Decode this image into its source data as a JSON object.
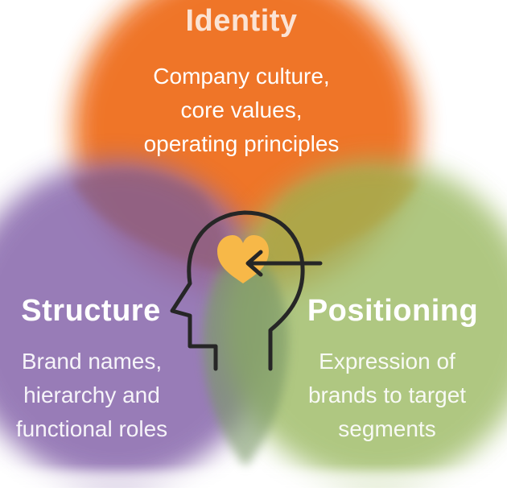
{
  "identity": {
    "title": "Identity",
    "lines": [
      "Company culture,",
      "core values,",
      "operating principles"
    ],
    "color": "#ef7121"
  },
  "structure": {
    "title": "Structure",
    "lines": [
      "Brand names,",
      "hierarchy and",
      "functional roles"
    ],
    "color": "#8a6aae"
  },
  "positioning": {
    "title": "Positioning",
    "lines": [
      "Expression of",
      "brands to target",
      "segments"
    ],
    "color": "#9ebb66"
  },
  "icon": {
    "name": "head-with-heart-icon",
    "outline_color": "#262626",
    "heart_color": "#f7b848"
  }
}
